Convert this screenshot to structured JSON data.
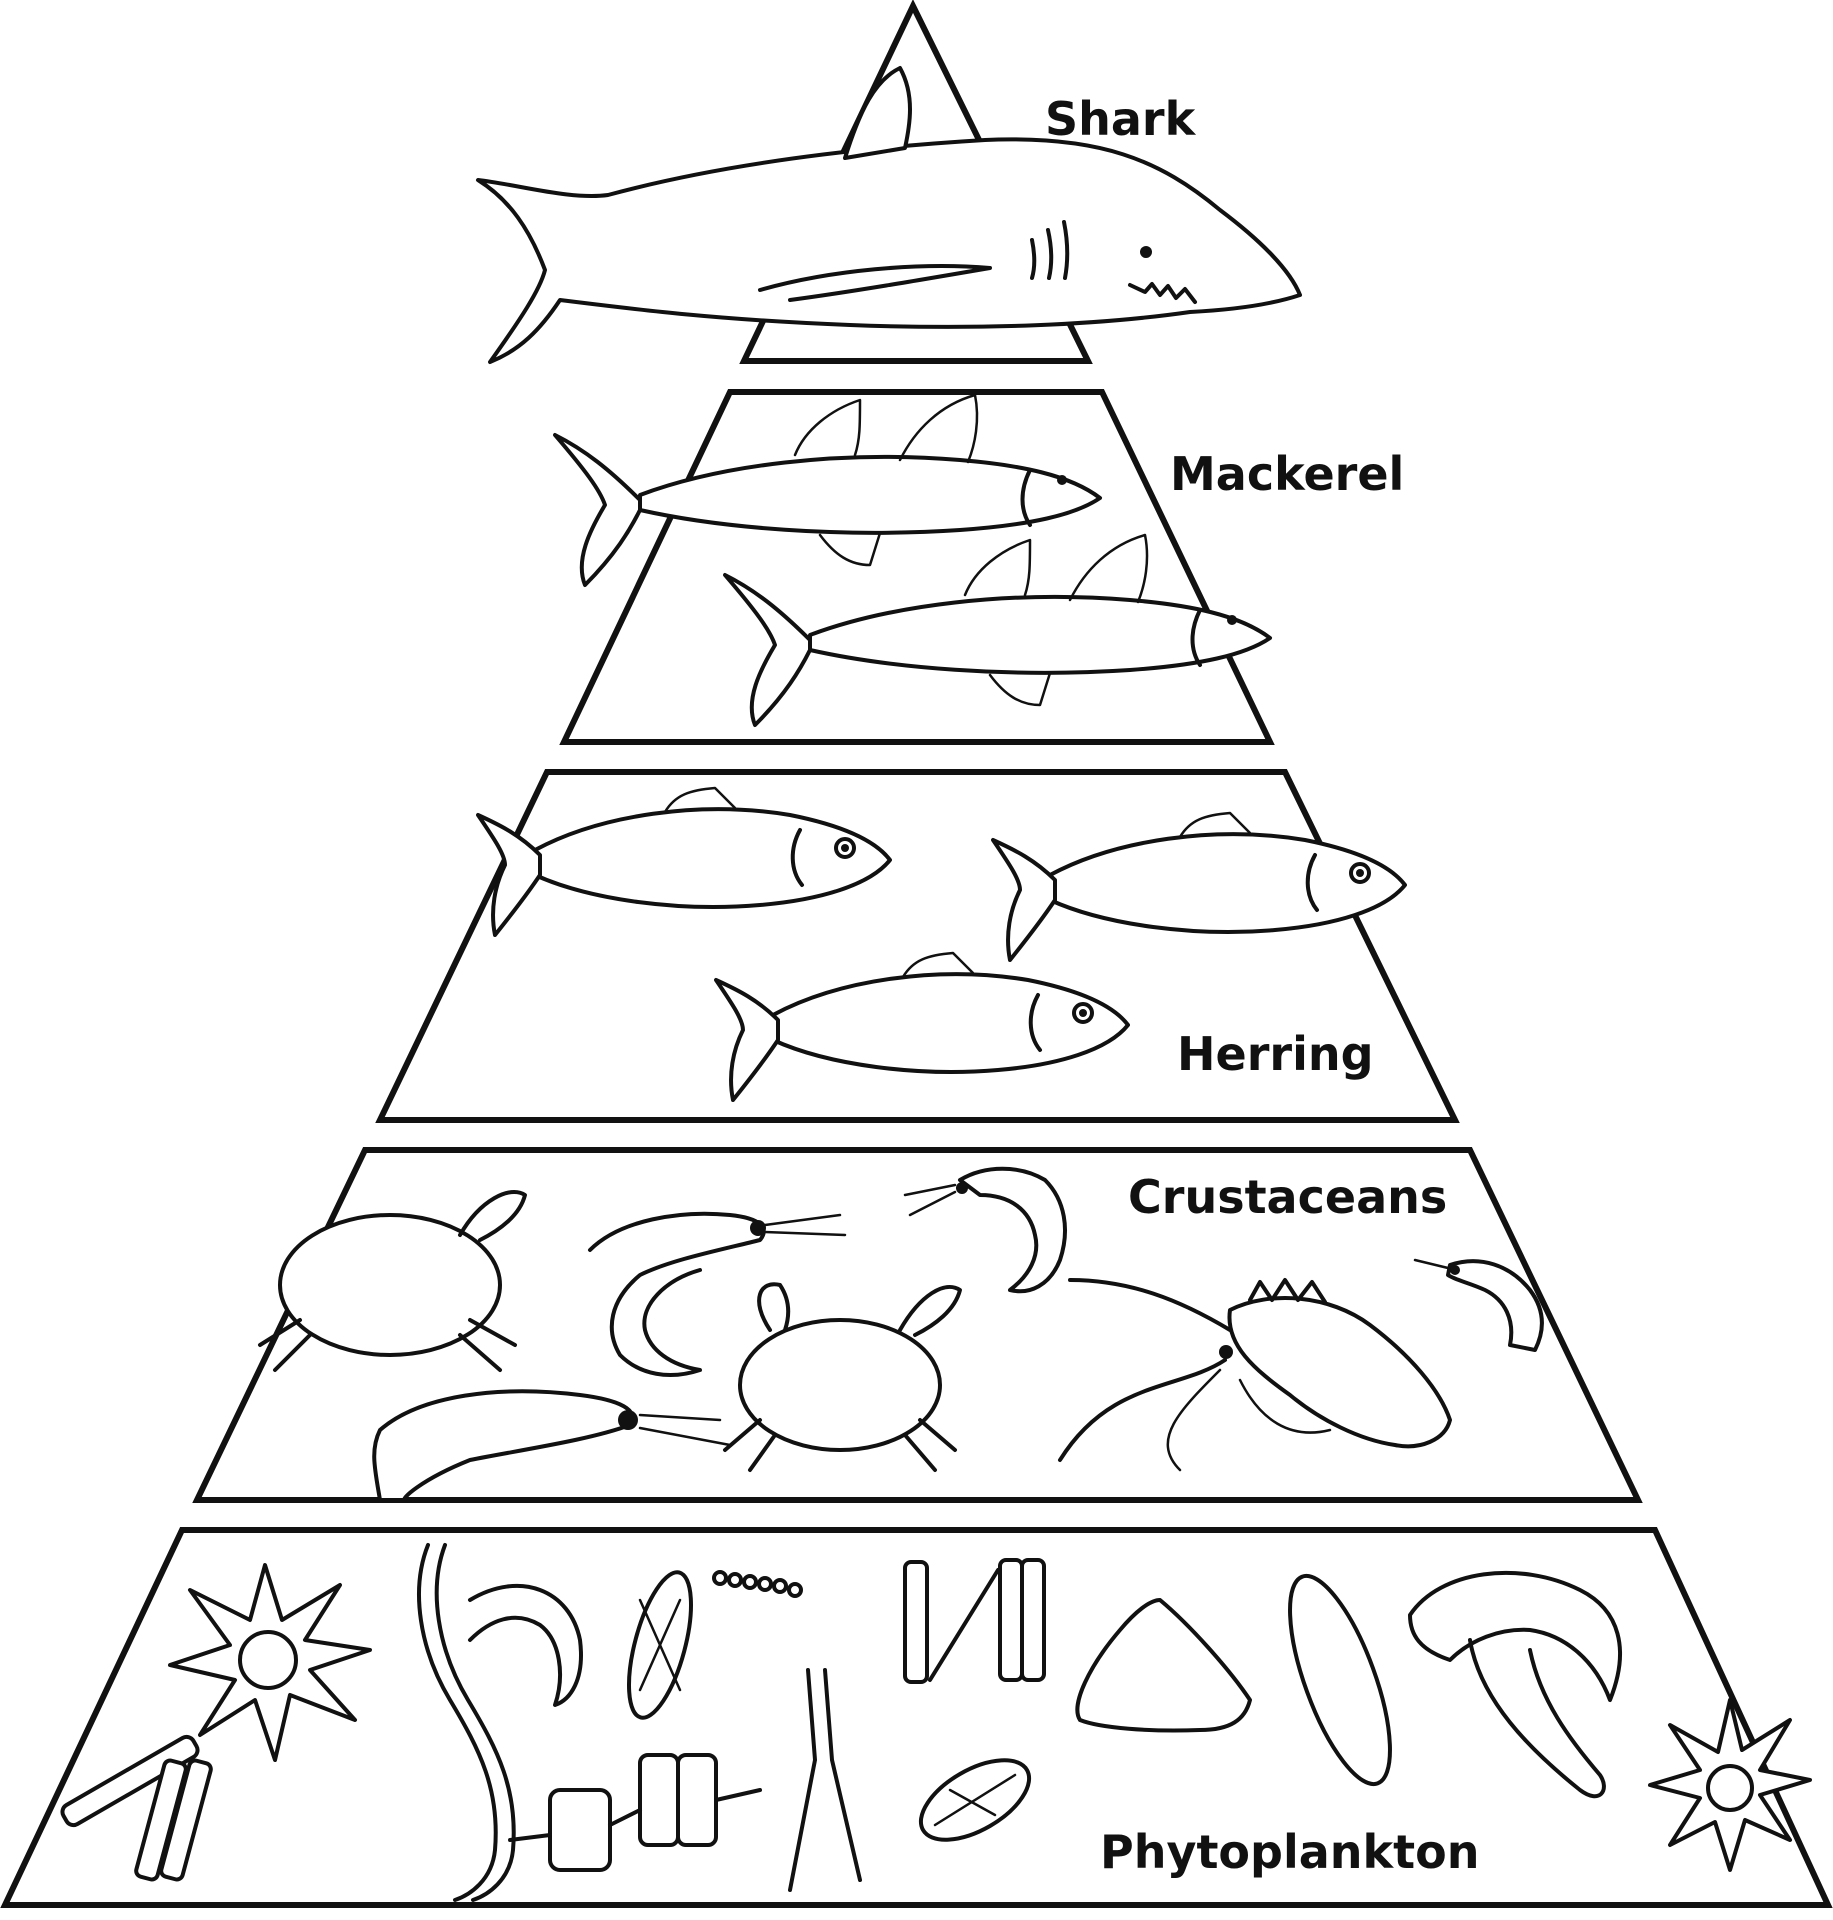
{
  "levels": [
    {
      "id": "shark",
      "label": "Shark"
    },
    {
      "id": "mackerel",
      "label": "Mackerel"
    },
    {
      "id": "herring",
      "label": "Herring"
    },
    {
      "id": "crustaceans",
      "label": "Crustaceans"
    },
    {
      "id": "phytoplankton",
      "label": "Phytoplankton"
    }
  ],
  "colors": {
    "ink": "#111111",
    "background": "#ffffff"
  }
}
